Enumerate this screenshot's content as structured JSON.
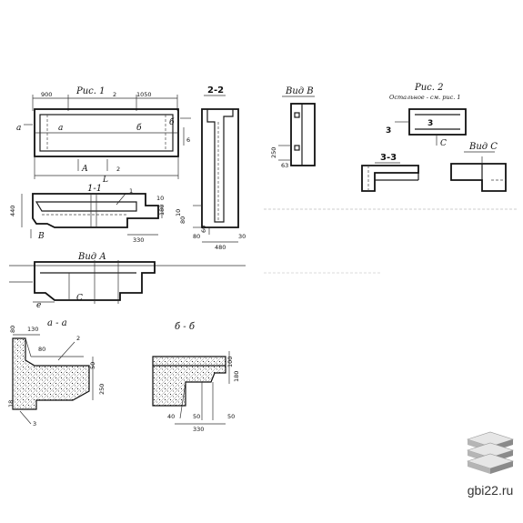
{
  "figures": {
    "fig1": {
      "title": "Рис. 1",
      "dims": {
        "left": "900",
        "middle": "2",
        "right": "1050",
        "bottom_letter": "L",
        "bottom_mark": "2"
      },
      "section_marks": {
        "a": "а",
        "b": "б",
        "A": "А"
      },
      "right_mark": "б",
      "left_mark": "а"
    },
    "sec11": {
      "title": "1-1",
      "dims": {
        "h1": "440",
        "h2": "180",
        "top": "10",
        "bottom": "330",
        "b_mark": "В",
        "pos": "1"
      }
    },
    "vidA": {
      "title": "Вид А",
      "marks": {
        "c": "С",
        "e": "е"
      }
    },
    "sec22": {
      "title": "2-2",
      "dims": {
        "d1": "80",
        "d2": "80",
        "d3": "60",
        "d4": "480",
        "d5": "30",
        "d6": "10"
      }
    },
    "vidB": {
      "title": "Вид В",
      "dims": {
        "d1": "250",
        "d2": "63"
      }
    },
    "fig2": {
      "title": "Рис. 2",
      "subtitle": "Остальное - см. рис. 1",
      "marks": {
        "m3": "3",
        "m3b": "3",
        "c": "С"
      }
    },
    "sec33": {
      "title": "3-3"
    },
    "vidC": {
      "title": "Вид С"
    },
    "secAA": {
      "title": "а - а",
      "dims": {
        "d80": "80",
        "d130": "130",
        "d50": "50",
        "d250": "250",
        "d18": "18",
        "d80b": "80",
        "pos2": "2",
        "pos3": "3"
      }
    },
    "secBB": {
      "title": "б - б",
      "dims": {
        "d100": "100",
        "d180": "180",
        "d40": "40",
        "d50a": "50",
        "d50b": "50",
        "d330": "330"
      }
    }
  },
  "watermark": {
    "site": "gbi22.ru",
    "icon": "stacked-slabs-icon"
  },
  "colors": {
    "ink": "#1a1a1a",
    "paper": "#ffffff",
    "logo_gray": "#8a8a8a"
  }
}
